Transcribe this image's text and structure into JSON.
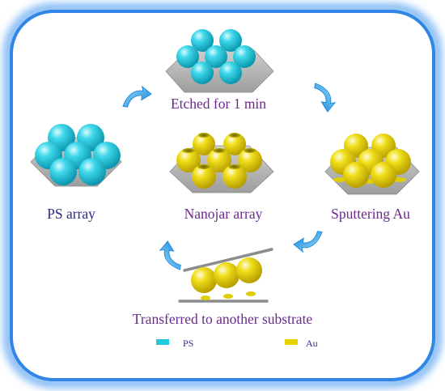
{
  "colors": {
    "ps_sphere": "#22c9dc",
    "au": "#e5d400",
    "substrate": "#b9b9b9",
    "frame_glow": "#2f86e6",
    "arrow": "#2aa2ee"
  },
  "steps": {
    "etched": "Etched for 1 min",
    "ps_array": "PS array",
    "nanojar": "Nanojar array",
    "sputtering": "Sputtering Au",
    "transferred": "Transferred to another substrate"
  },
  "legend": {
    "ps": "PS",
    "au": "Au"
  },
  "icons": [
    "curved-arrow-icon",
    "legend-ps-swatch",
    "legend-au-swatch"
  ]
}
